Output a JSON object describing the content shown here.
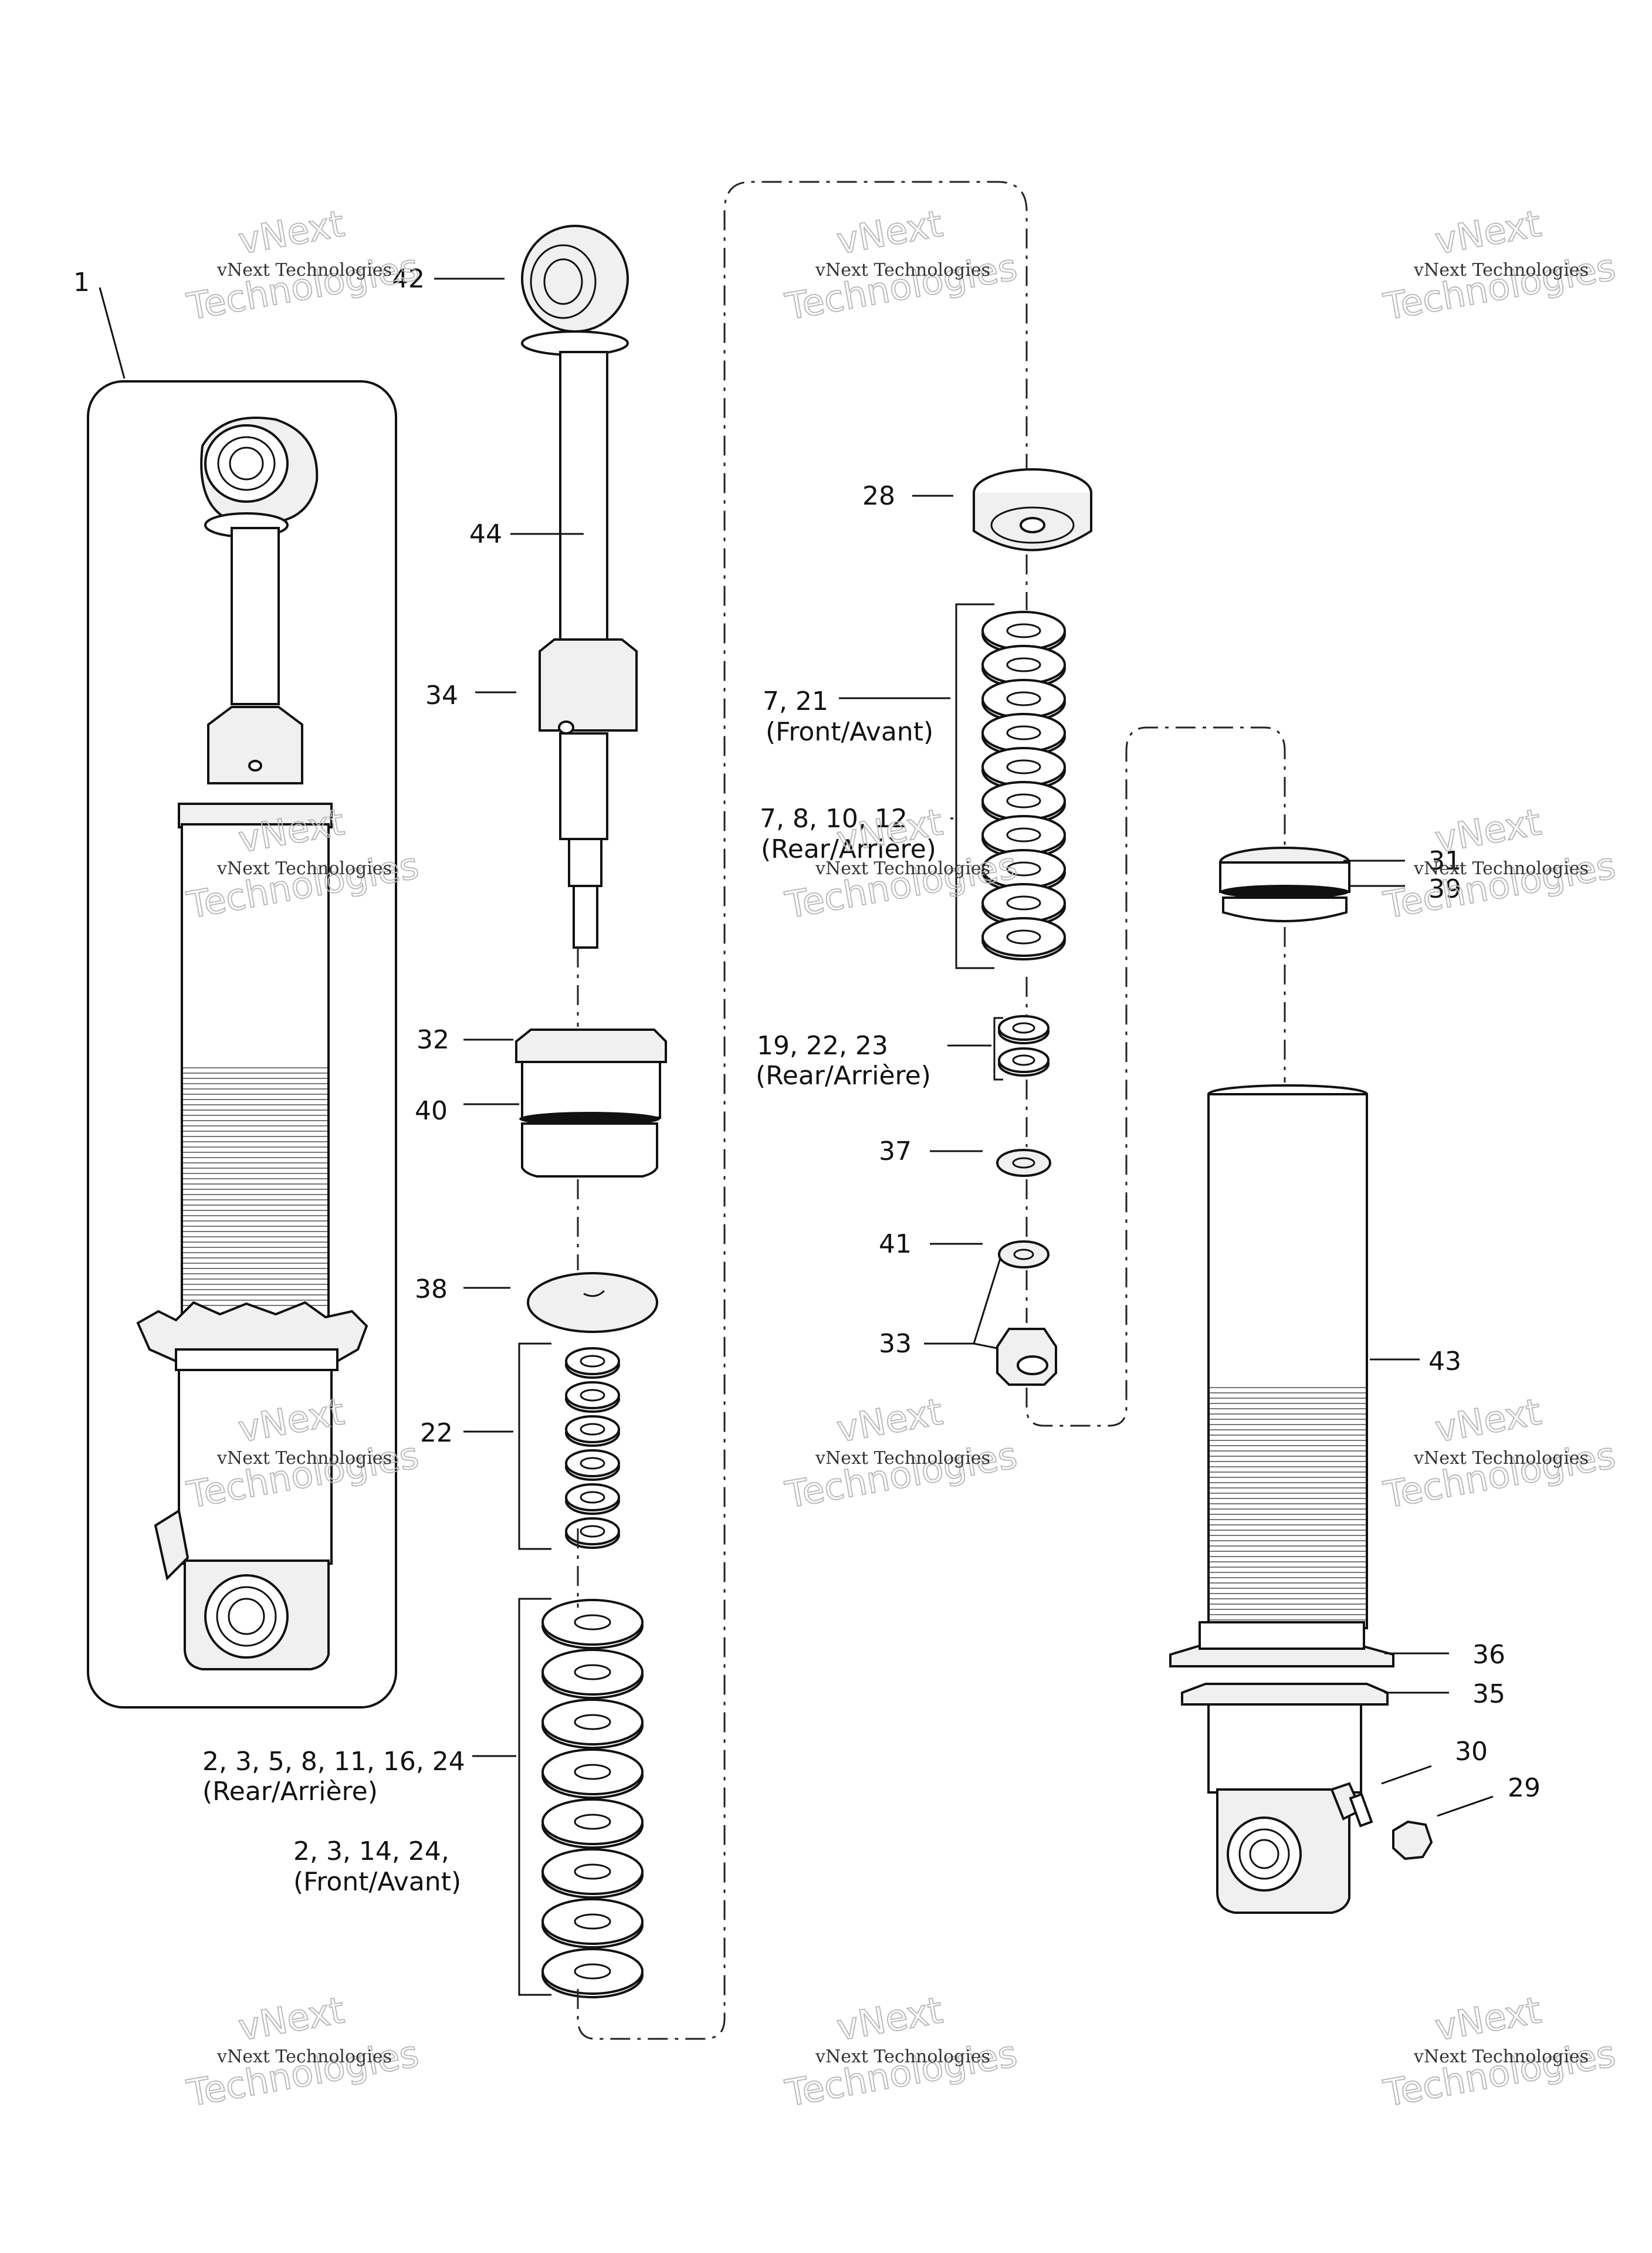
{
  "callouts": {
    "c1": "1",
    "c42": "42",
    "c44": "44",
    "c34": "34",
    "c32": "32",
    "c40": "40",
    "c38": "38",
    "c22": "22",
    "c2_rear_a": "2, 3, 5, 8, 11, 16, 24",
    "c2_rear_b": "(Rear/Arrière)",
    "c2_front_a": "2, 3, 14, 24,",
    "c2_front_b": "(Front/Avant)",
    "c28": "28",
    "c7_front_a": "7, 21",
    "c7_front_b": "(Front/Avant)",
    "c7_rear_a": "7, 8, 10, 12",
    "c7_rear_b": "(Rear/Arrière)",
    "c19_a": "19, 22, 23",
    "c19_b": "(Rear/Arrière)",
    "c37": "37",
    "c41": "41",
    "c33": "33",
    "c31": "31",
    "c39": "39",
    "c43": "43",
    "c36": "36",
    "c35": "35",
    "c30": "30",
    "c29": "29"
  },
  "watermark": {
    "line1": "vNext",
    "line2": "Technologies",
    "big": "Technologies"
  }
}
